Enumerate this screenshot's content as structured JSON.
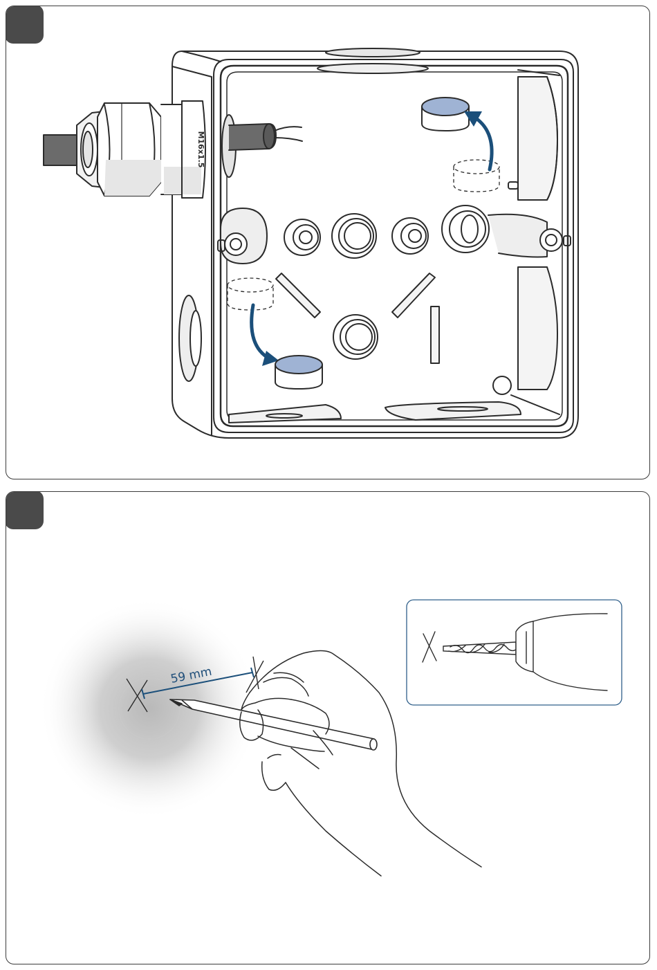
{
  "colors": {
    "accent": "#1b4f7a",
    "accent_fill": "#9fb3d4",
    "line": "#2b2b2b",
    "badge": "#4a4a4a",
    "inset_border": "#2f5f8a"
  },
  "step1": {
    "cable_gland_thread_label": "M16x1.5"
  },
  "step2": {
    "measurement_label": "59 mm"
  },
  "icons": [
    "step-badge",
    "cable-gland",
    "knockout-plug",
    "pencil",
    "hand",
    "drill-bit"
  ]
}
